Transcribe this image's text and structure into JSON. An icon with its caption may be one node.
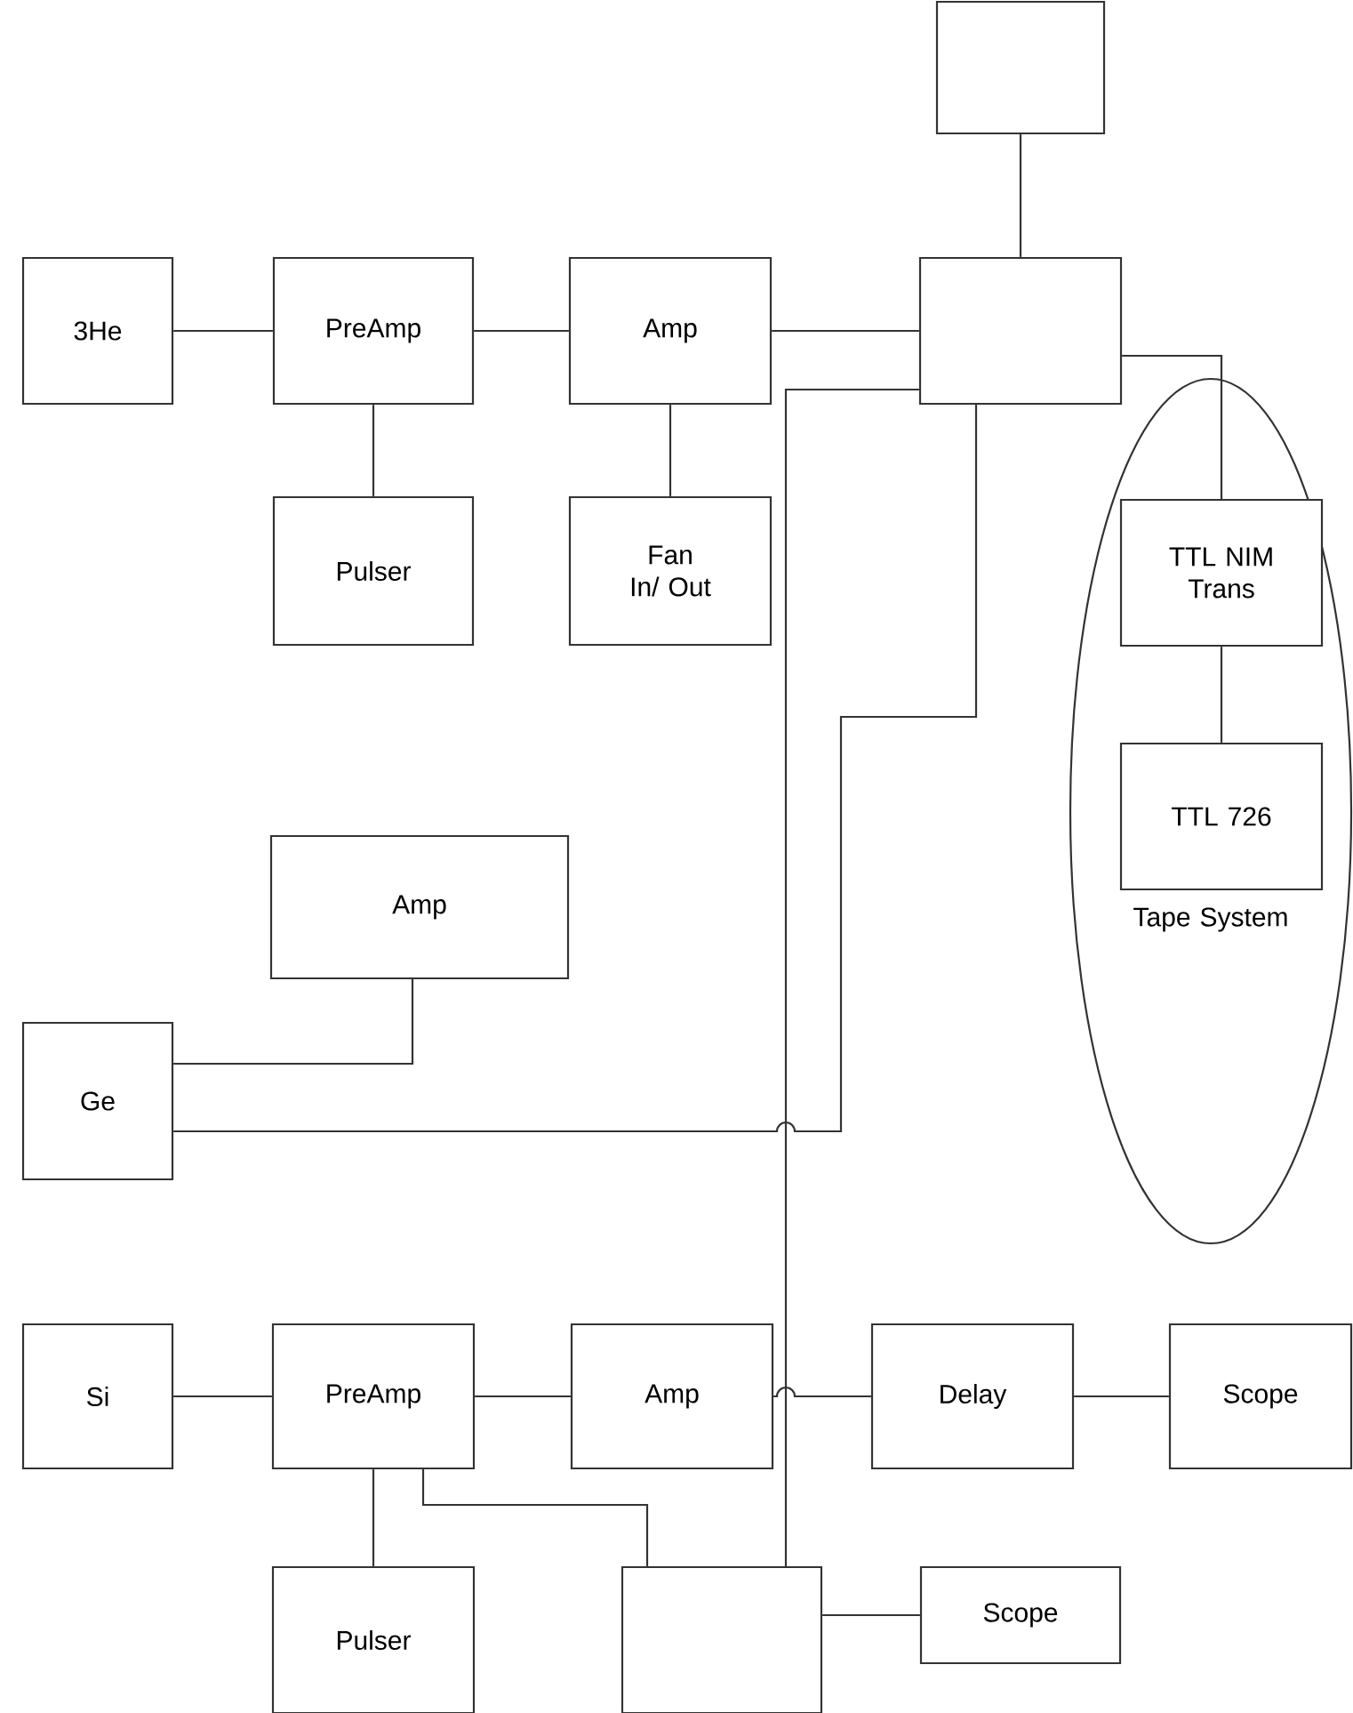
{
  "diagram": {
    "nodes": [
      {
        "text": [],
        "shape": "box"
      },
      {
        "text": [
          "3He"
        ]
      },
      {
        "text": [
          "PreAmp"
        ]
      },
      {
        "text": [
          "Amp"
        ]
      },
      {
        "text": [],
        "shape": "box"
      },
      {
        "text": [
          "Pulser"
        ]
      },
      {
        "text": [
          "Fan In/ Out"
        ]
      },
      {
        "text": [
          "Tape System"
        ]
      },
      {
        "text": [
          "TTL NIM Trans"
        ],
        "in": 7
      },
      {
        "text": [
          "TTL 726"
        ],
        "in": 7
      },
      {
        "text": [
          "Amp"
        ]
      },
      {
        "text": [
          "Ge"
        ]
      },
      {
        "text": [
          "Si"
        ]
      },
      {
        "text": [
          "PreAmp"
        ]
      },
      {
        "text": [
          "Amp"
        ]
      },
      {
        "text": [
          "Delay"
        ]
      },
      {
        "text": [
          "Scope"
        ]
      },
      {
        "text": [
          "Pulser"
        ]
      },
      {
        "text": [],
        "shape": "box"
      },
      {
        "text": [
          "Scope"
        ]
      }
    ],
    "edges": [
      {
        "from": 0,
        "to": 4,
        "arrow": "none"
      },
      {
        "from": 1,
        "to": 2,
        "arrow": "none"
      },
      {
        "from": 2,
        "to": 3,
        "arrow": "none"
      },
      {
        "from": 3,
        "to": 4,
        "arrow": "none"
      },
      {
        "from": 2,
        "to": 5,
        "arrow": "none"
      },
      {
        "from": 3,
        "to": 6,
        "arrow": "none"
      },
      {
        "from": 4,
        "to": 8,
        "arrow": "none"
      },
      {
        "from": 8,
        "to": 9,
        "arrow": "none"
      },
      {
        "from": 4,
        "to": 11,
        "arrow": "none"
      },
      {
        "from": 4,
        "to": 18,
        "arrow": "none"
      },
      {
        "from": 11,
        "to": 10,
        "arrow": "none"
      },
      {
        "from": 12,
        "to": 13,
        "arrow": "none"
      },
      {
        "from": 13,
        "to": 14,
        "arrow": "none"
      },
      {
        "from": 14,
        "to": 15,
        "arrow": "none"
      },
      {
        "from": 15,
        "to": 16,
        "arrow": "none"
      },
      {
        "from": 13,
        "to": 17,
        "arrow": "none"
      },
      {
        "from": 13,
        "to": 18,
        "arrow": "none"
      },
      {
        "from": 18,
        "to": 19,
        "arrow": "none"
      }
    ]
  }
}
